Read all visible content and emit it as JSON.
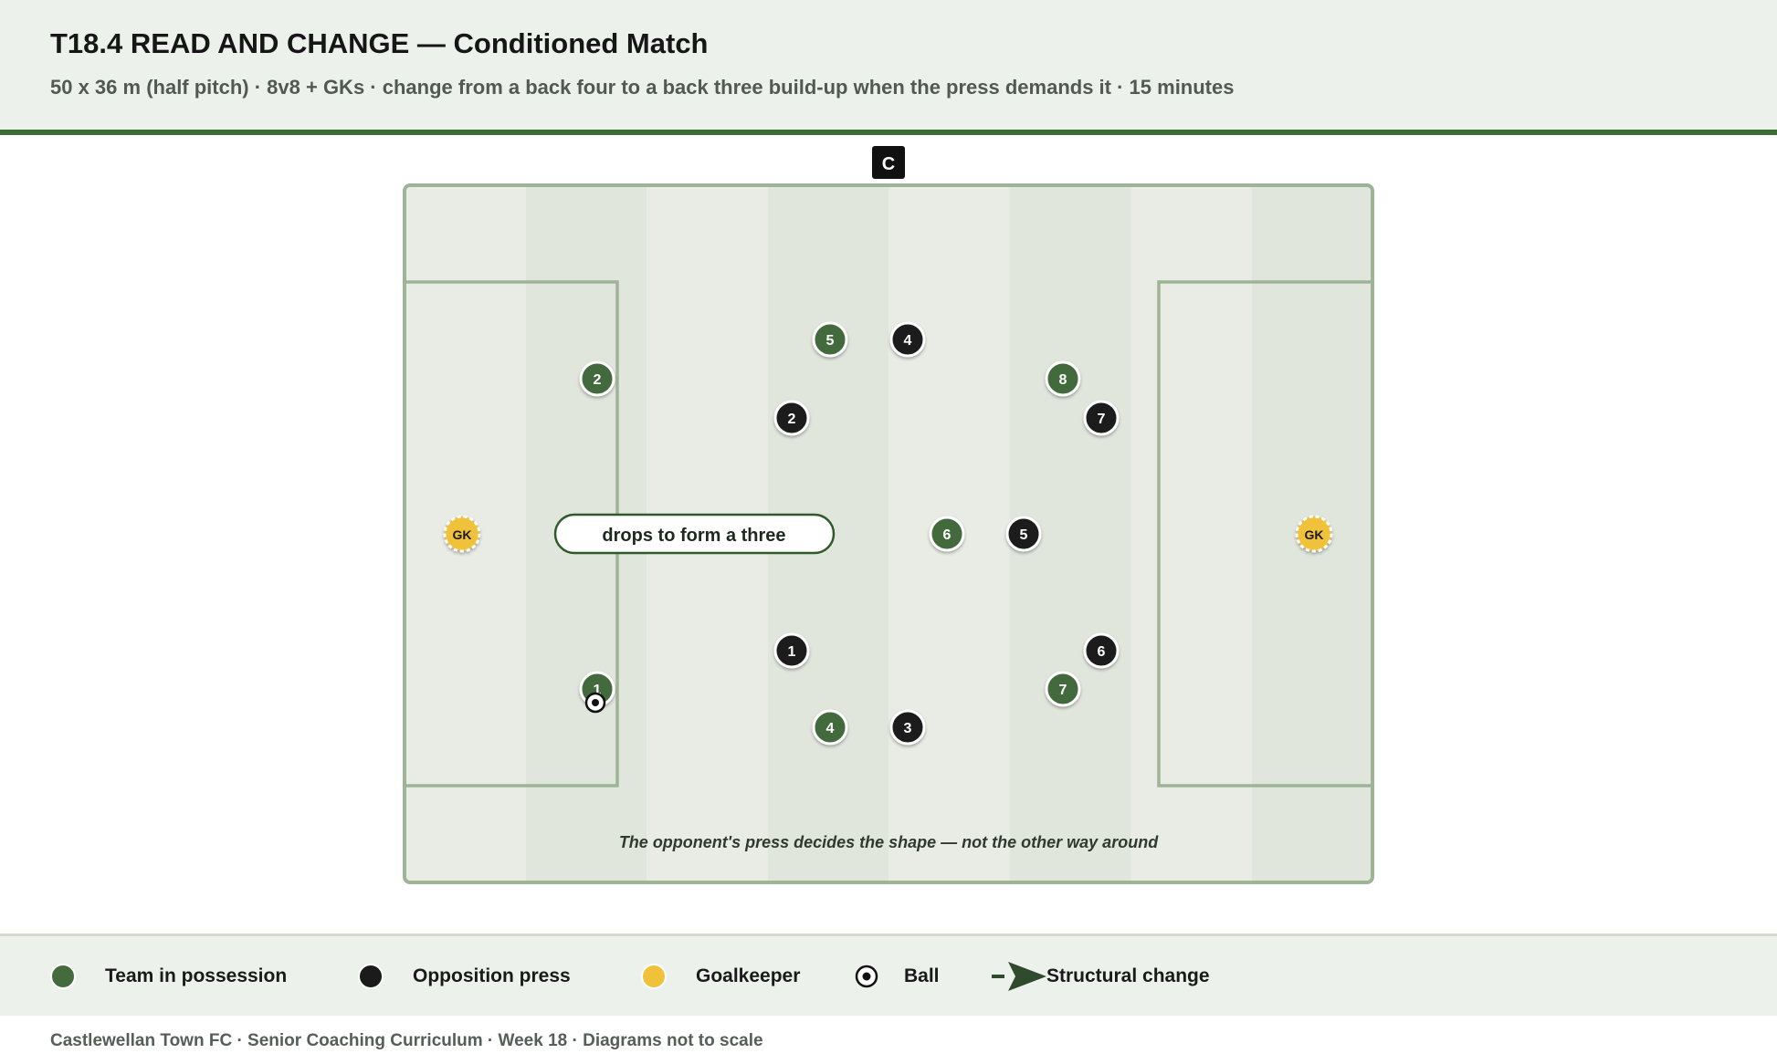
{
  "header": {
    "title": "T18.4 READ AND CHANGE — Conditioned Match",
    "subtitle": "50 x 36 m (half pitch) · 8v8 + GKs · change from a back four to a back three build-up when the press demands it · 15 minutes"
  },
  "pitch": {
    "coach_label": "C",
    "callout": "drops to form a three",
    "caption": "The opponent's press decides the shape — not the other way around",
    "goalkeeper_label": "GK"
  },
  "players": {
    "possession": [
      {
        "number": "1",
        "has_ball": true
      },
      {
        "number": "2"
      },
      {
        "number": "4"
      },
      {
        "number": "5"
      },
      {
        "number": "6"
      },
      {
        "number": "7"
      },
      {
        "number": "8"
      }
    ],
    "opposition": [
      {
        "number": "1"
      },
      {
        "number": "2"
      },
      {
        "number": "3"
      },
      {
        "number": "4"
      },
      {
        "number": "5"
      },
      {
        "number": "6"
      },
      {
        "number": "7"
      }
    ]
  },
  "legend": {
    "possession": "Team in possession",
    "opposition": "Opposition press",
    "goalkeeper": "Goalkeeper",
    "ball": "Ball",
    "change": "Structural change"
  },
  "colors": {
    "possession": "#436b3c",
    "opposition": "#1b1b1b",
    "goalkeeper": "#f0c23a",
    "pitch": "#e9ede6",
    "pitch_lines": "#9db497",
    "accent": "#3f6b3a"
  },
  "footer": "Castlewellan Town FC · Senior Coaching Curriculum · Week 18 · Diagrams not to scale"
}
